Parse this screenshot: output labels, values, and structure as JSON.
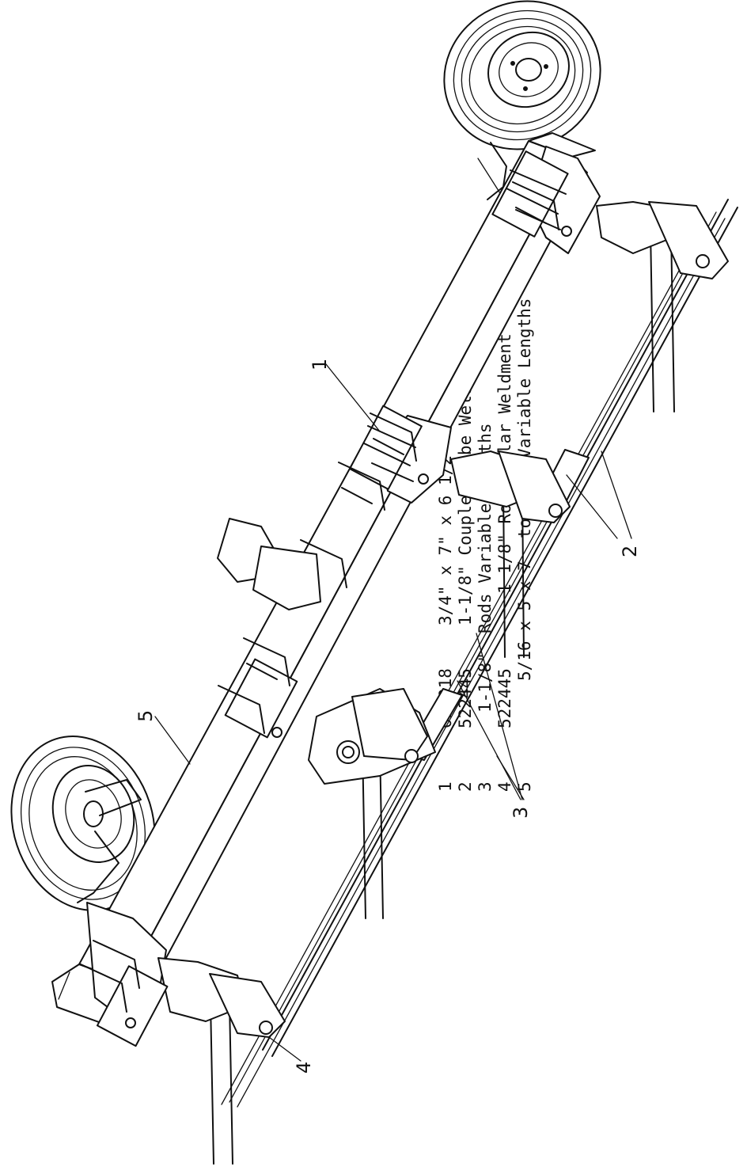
{
  "parts_list": [
    {
      "item": "1",
      "part_number": "021018",
      "description": "3/4\" x 7\" x 6 1/2\" ubolt"
    },
    {
      "item": "2",
      "part_number": "522445",
      "description": "1-1/8\" Coupler Tube Weldment"
    },
    {
      "item": "3",
      "part_number": "1-1/8\"",
      "description": "Rods Variable Lengths"
    },
    {
      "item": "4",
      "part_number": "522445",
      "description": "1 1/8\" Rod Collar Weldment"
    },
    {
      "item": "5",
      "part_number": "5/16 x 5 x 7",
      "description": "toolbar  Variable Lengths"
    }
  ],
  "callouts": {
    "c1": "1",
    "c2": "2",
    "c3": "3",
    "c4": "4",
    "c5": "5"
  }
}
